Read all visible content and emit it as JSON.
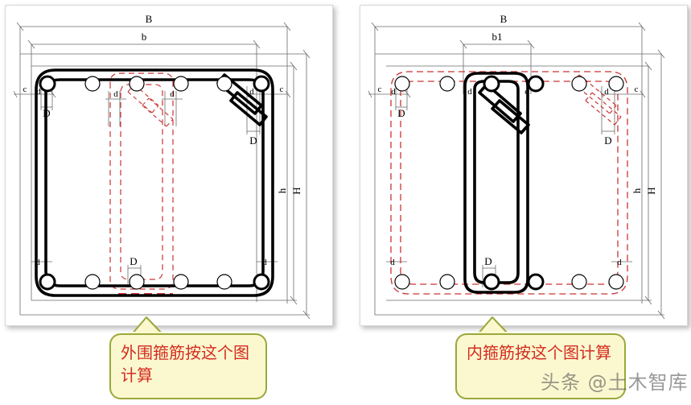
{
  "figure": {
    "title": "Stirrup (箍筋) calculation reference diagrams",
    "panels": [
      {
        "id": "left",
        "name": "outer-stirrup-panel",
        "description": "Outer perimeter stirrup shown solid black; inner stirrup shown as red dashed",
        "dimension_labels": {
          "overall_width": "B",
          "inner_width": "b",
          "overall_height": "H",
          "inner_height": "h",
          "cover": "c",
          "bar_diameter": "d",
          "bend_diameter": "D"
        },
        "cover_labels": [
          "c",
          "c"
        ],
        "bar_labels": [
          "d",
          "d",
          "d",
          "d"
        ],
        "bend_labels": [
          "D",
          "D",
          "D"
        ],
        "top_bars_count": 6,
        "bottom_bars_count": 6,
        "callout_text": "外围箍筋按这个图计算"
      },
      {
        "id": "right",
        "name": "inner-stirrup-panel",
        "description": "Inner stirrup shown solid black; outer perimeter stirrup shown as red dashed",
        "dimension_labels": {
          "overall_width": "B",
          "inner_width": "b1",
          "overall_height": "H",
          "inner_height": "h",
          "cover": "c",
          "bar_diameter": "d",
          "bend_diameter": "D"
        },
        "cover_labels": [
          "c",
          "c"
        ],
        "bar_labels": [
          "d",
          "d",
          "d",
          "d"
        ],
        "bend_labels": [
          "D",
          "D",
          "D"
        ],
        "top_bars_count": 6,
        "bottom_bars_count": 6,
        "callout_text": "内箍筋按这个图计算"
      }
    ]
  },
  "watermark": {
    "text": "头条 @土木智库"
  },
  "colors": {
    "stirrup_black": "#000000",
    "stirrup_red": "#cc3333",
    "callout_fill": "#fbf8d0",
    "callout_border": "#9aa83a",
    "callout_text": "#d42b1e",
    "dimension_line": "#4a4a4a",
    "panel_background": "#ffffff"
  }
}
